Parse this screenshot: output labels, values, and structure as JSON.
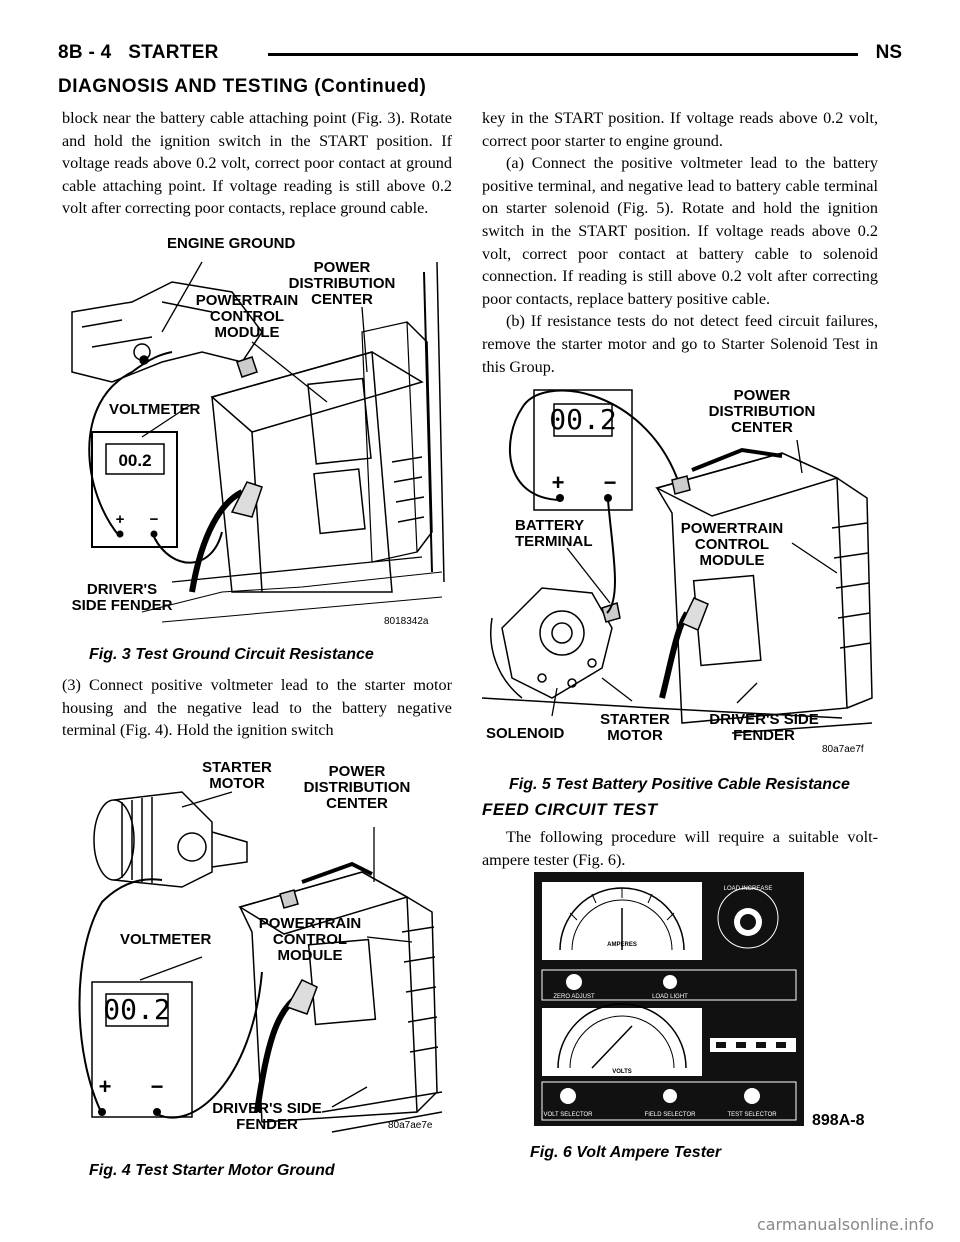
{
  "header": {
    "section": "8B - 4",
    "chapter": "STARTER",
    "model": "NS",
    "continued_title": "DIAGNOSIS AND TESTING (Continued)"
  },
  "left_column": {
    "para1": "block near the battery cable attaching point (Fig. 3). Rotate and hold the ignition switch in the START position. If voltage reads above 0.2 volt, correct poor contact at ground cable attaching point. If voltage reading is still above 0.2 volt after correcting poor contacts, replace ground cable.",
    "para2": "(3) Connect positive voltmeter lead to the starter motor housing and the negative lead to the battery negative terminal (Fig. 4). Hold the ignition switch"
  },
  "right_column": {
    "para1": "key in the START position. If voltage reads above 0.2 volt, correct poor starter to engine ground.",
    "para2": "(a) Connect the positive voltmeter lead to the battery positive terminal, and negative lead to battery cable terminal on starter solenoid (Fig. 5). Rotate and hold the ignition switch in the START position. If voltage reads above 0.2 volt, correct poor contact at battery cable to solenoid connection. If reading is still above 0.2 volt after correcting poor contacts, replace battery positive cable.",
    "para3": "(b) If resistance tests do not detect feed circuit failures, remove the starter motor and go to Starter Solenoid Test in this Group."
  },
  "feed_circuit": {
    "title": "FEED CIRCUIT TEST",
    "text": "The following procedure will require a suitable volt-ampere tester (Fig. 6)."
  },
  "fig3": {
    "caption": "Fig. 3 Test Ground Circuit Resistance",
    "code": "8018342a",
    "reading": "00.2",
    "labels": {
      "engine_ground": "ENGINE GROUND",
      "pdc1": "POWER",
      "pdc2": "DISTRIBUTION",
      "pdc3": "CENTER",
      "pcm1": "POWERTRAIN",
      "pcm2": "CONTROL",
      "pcm3": "MODULE",
      "voltmeter": "VOLTMETER",
      "fender1": "DRIVER'S",
      "fender2": "SIDE FENDER",
      "plus": "+",
      "minus": "−"
    }
  },
  "fig4": {
    "caption": "Fig. 4 Test Starter Motor Ground",
    "code": "80a7ae7e",
    "reading": "00.2",
    "labels": {
      "starter1": "STARTER",
      "starter2": "MOTOR",
      "pdc1": "POWER",
      "pdc2": "DISTRIBUTION",
      "pdc3": "CENTER",
      "voltmeter": "VOLTMETER",
      "pcm1": "POWERTRAIN",
      "pcm2": "CONTROL",
      "pcm3": "MODULE",
      "fender1": "DRIVER'S SIDE",
      "fender2": "FENDER",
      "plus": "+",
      "minus": "−"
    }
  },
  "fig5": {
    "caption": "Fig. 5 Test Battery Positive Cable Resistance",
    "code": "80a7ae7f",
    "reading": "00.2",
    "labels": {
      "pdc1": "POWER",
      "pdc2": "DISTRIBUTION",
      "pdc3": "CENTER",
      "bat1": "BATTERY",
      "bat2": "TERMINAL",
      "pcm1": "POWERTRAIN",
      "pcm2": "CONTROL",
      "pcm3": "MODULE",
      "solenoid": "SOLENOID",
      "starter1": "STARTER",
      "starter2": "MOTOR",
      "fender1": "DRIVER'S SIDE",
      "fender2": "FENDER",
      "plus": "+",
      "minus": "−"
    }
  },
  "fig6": {
    "caption": "Fig. 6 Volt Ampere Tester",
    "code": "898A-8",
    "panel": {
      "amperes": "AMPERES",
      "volts": "VOLTS",
      "zero_adjust": "ZERO ADJUST",
      "load_light": "LOAD LIGHT",
      "volt_selector": "VOLT SELECTOR",
      "field_selector": "FIELD SELECTOR",
      "test_selector": "TEST SELECTOR",
      "load_increase": "LOAD INCREASE"
    }
  },
  "watermark": "carmanualsonline.info"
}
